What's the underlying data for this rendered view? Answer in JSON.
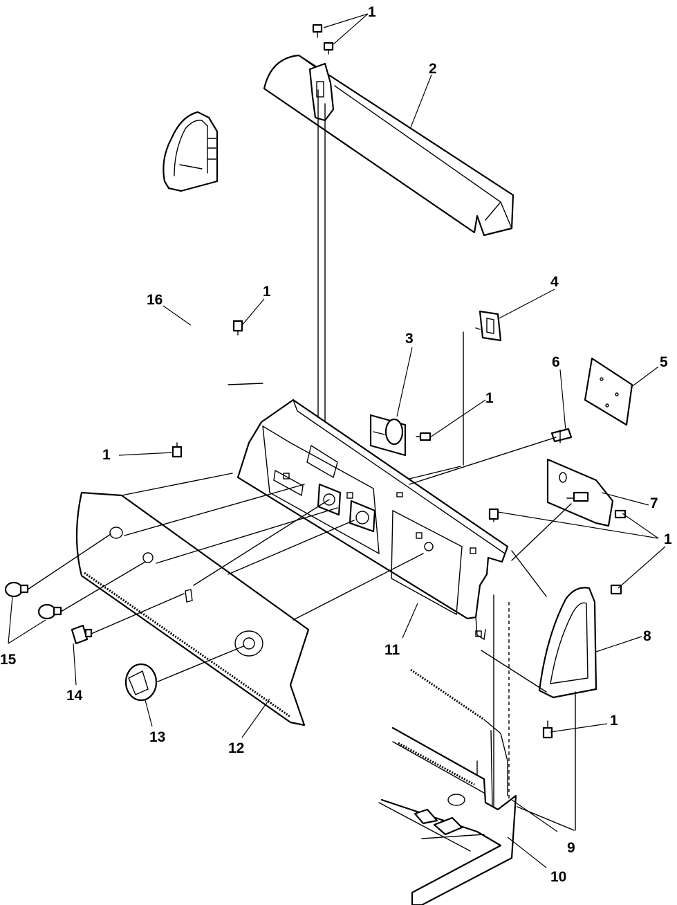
{
  "callouts": {
    "c1_top": "1",
    "c2": "2",
    "c3": "3",
    "c4": "4",
    "c1_b": "1",
    "c16": "16",
    "c1_c": "1",
    "c5": "5",
    "c6": "6",
    "c1_d": "1",
    "c7": "7",
    "c1_e": "1",
    "c8": "8",
    "c11": "11",
    "c15": "15",
    "c14": "14",
    "c13": "13",
    "c12": "12",
    "c1_f": "1",
    "c9": "9",
    "c10": "10"
  },
  "colors": {
    "line": "#000000",
    "background": "#ffffff"
  }
}
